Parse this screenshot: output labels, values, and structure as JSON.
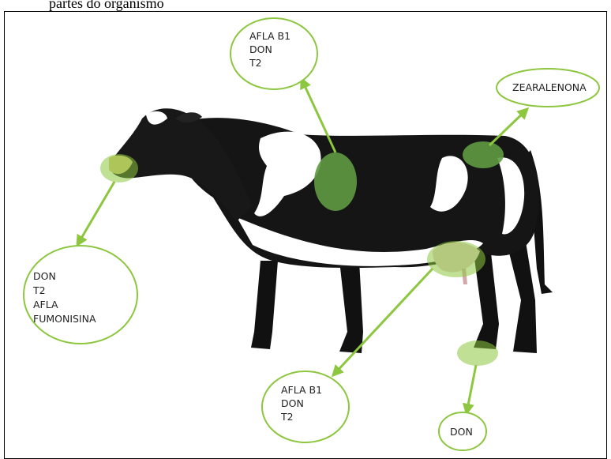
{
  "caption_fragment": "partes do organismo",
  "accent_color": "#8dc63f",
  "highlight_color": "#5f9a43",
  "callouts": {
    "back": [
      "AFLA B1",
      "DON",
      "T2"
    ],
    "hip": [
      "ZEARALENONA"
    ],
    "mouth": [
      "DON",
      "T2",
      "AFLA",
      "FUMONISINA"
    ],
    "udder": [
      "AFLA B1",
      "DON",
      "T2"
    ],
    "hoof": [
      "DON"
    ]
  }
}
